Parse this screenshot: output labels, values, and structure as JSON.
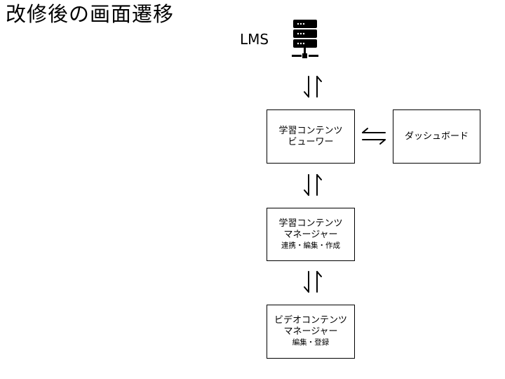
{
  "title": "改修後の画面遷移",
  "lms": {
    "label": "LMS",
    "icon": "server-icon"
  },
  "boxes": {
    "viewer": {
      "line1": "学習コンテンツ",
      "line2": "ビューワー"
    },
    "dashboard": {
      "line1": "ダッシュボード"
    },
    "manager": {
      "line1": "学習コンテンツ",
      "line2": "マネージャー",
      "sub": "連携・編集・作成"
    },
    "video": {
      "line1": "ビデオコンテンツ",
      "line2": "マネージャー",
      "sub": "編集・登録"
    }
  },
  "arrows": {
    "vertical_icon": "bidirectional-vertical-arrow-icon",
    "horizontal_icon": "bidirectional-horizontal-arrow-icon"
  },
  "colors": {
    "stroke": "#000000",
    "background": "#ffffff"
  }
}
